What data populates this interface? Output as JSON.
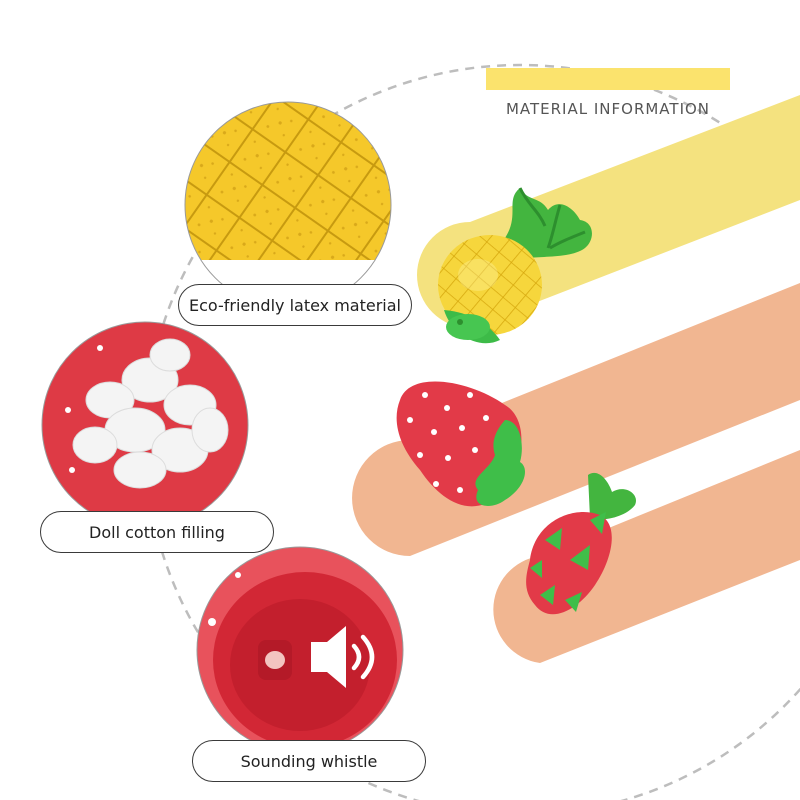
{
  "header": {
    "title": "MATERIAL INFORMATION",
    "bar_color": "#fbe36d"
  },
  "features": [
    {
      "label": "Eco-friendly latex material",
      "icon": "pineapple-texture-closeup"
    },
    {
      "label": "Doll cotton filling",
      "icon": "cotton-stuffing-closeup"
    },
    {
      "label": "Sounding whistle",
      "icon": "speaker-icon"
    }
  ],
  "products": [
    {
      "name": "pineapple-toy"
    },
    {
      "name": "strawberry-toy"
    },
    {
      "name": "dragonfruit-toy"
    }
  ],
  "colors": {
    "yellow": "#f5d93f",
    "peach": "#f0b48c",
    "red": "#e8414f",
    "green": "#3fbf4a"
  }
}
